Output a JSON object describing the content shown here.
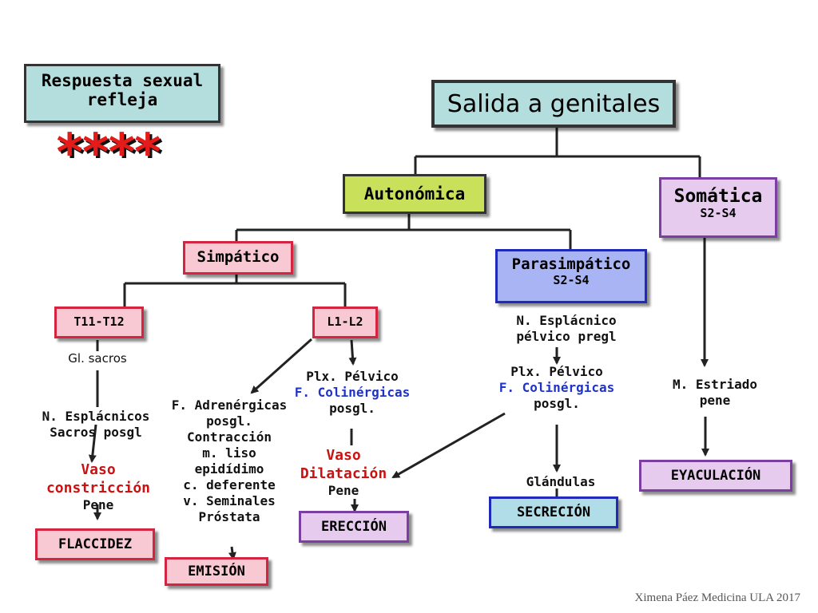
{
  "title_box": {
    "line1": "Respuesta sexual",
    "line2": "refleja"
  },
  "stars": "****",
  "root": "Salida a genitales",
  "autonomica": "Autonómica",
  "somatica": {
    "label": "Somática",
    "sub": "S2-S4"
  },
  "simpatico": "Simpático",
  "parasimpatico": {
    "label": "Parasimpático",
    "sub": "S2-S4"
  },
  "t11": "T11-T12",
  "l1": "L1-L2",
  "gl_sacros": "Gl. sacros",
  "n_esplacnicos_sacros": {
    "line1": "N. Esplácnicos",
    "line2": "Sacros posgl"
  },
  "vaso_constriccion": {
    "line1": "Vaso",
    "line2": "constricción",
    "line3": "Pene"
  },
  "flaccidez": "FLACCIDEZ",
  "f_adrenergicas": {
    "l1": "F. Adrenérgicas",
    "l2": "posgl.",
    "l3": "Contracción",
    "l4": "m. liso",
    "l5": "epidídimo",
    "l6": "c. deferente",
    "l7": "v. Seminales",
    "l8": "Próstata"
  },
  "emision": "EMISIÓN",
  "plx_pelvico_1": {
    "l1": "Plx. Pélvico",
    "l2": "F. Colinérgicas",
    "l3": "posgl."
  },
  "vaso_dilatacion": {
    "line1": "Vaso",
    "line2": "Dilatación",
    "line3": "Pene"
  },
  "ereccion": "ERECCIÓN",
  "n_esplacnico_pelvico": {
    "line1": "N. Esplácnico",
    "line2": "pélvico pregl"
  },
  "plx_pelvico_2": {
    "l1": "Plx. Pélvico",
    "l2": "F. Colinérgicas",
    "l3": "posgl."
  },
  "glandulas": "Glándulas",
  "secrecion": "SECRECIÓN",
  "m_estriado": {
    "line1": "M. Estriado",
    "line2": "pene"
  },
  "eyaculacion": "EYACULACIÓN",
  "footer": "Ximena Páez Medicina ULA 2017",
  "colors": {
    "teal": "#b3dedd",
    "green": "#c8e05a",
    "lavender": "#e6cbee",
    "pink": "#f9c9d3",
    "periwinkle": "#a8b4f4",
    "cyan": "#b0dde8"
  }
}
